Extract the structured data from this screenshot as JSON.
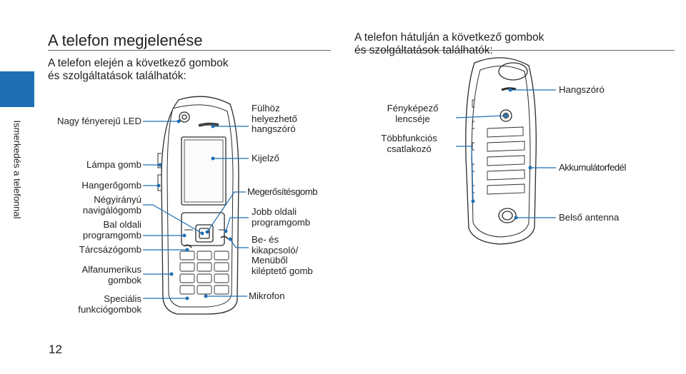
{
  "sidebar": {
    "section_label": "Ismerkedés a telefonnal",
    "page_number": "12"
  },
  "front": {
    "title": "A telefon megjelenése",
    "intro": [
      "A telefon elején a következő gombok",
      "és szolgáltatások találhatók:"
    ],
    "labels_left": {
      "led": [
        "Nagy fényerejű LED"
      ],
      "lamp": [
        "Lámpa gomb"
      ],
      "volume": [
        "Hangerőgomb"
      ],
      "nav": [
        "Négyirányú",
        "navigálógomb"
      ],
      "left_soft": [
        "Bal oldali",
        "programgomb"
      ],
      "dial": [
        "Tárcsázógomb"
      ],
      "alnum": [
        "Alfanumerikus",
        "gombok"
      ],
      "special": [
        "Speciális",
        "funkciógombok"
      ]
    },
    "labels_right": {
      "earpiece": [
        "Fülhöz",
        "helyezhető",
        "hangszóró"
      ],
      "display": [
        "Kijelző"
      ],
      "confirm": [
        "Megerősítésgomb"
      ],
      "right_soft": [
        "Jobb oldali",
        "programgomb"
      ],
      "power": [
        "Be- és",
        "kikapcsoló/",
        "Menüből",
        "kiléptető gomb"
      ],
      "mic": [
        "Mikrofon"
      ]
    }
  },
  "back": {
    "intro": [
      "A telefon hátulján a következő gombok",
      "és szolgáltatások találhatók:"
    ],
    "labels": {
      "speaker": [
        "Hangszóró"
      ],
      "camera": [
        "Fényképező",
        "lencséje"
      ],
      "connector": [
        "Többfunkciós",
        "csatlakozó"
      ],
      "battery": [
        "Akkumulátorfedél"
      ],
      "antenna": [
        "Belső antenna"
      ]
    }
  },
  "colors": {
    "accent": "#1f6fb5",
    "text": "#222222"
  }
}
